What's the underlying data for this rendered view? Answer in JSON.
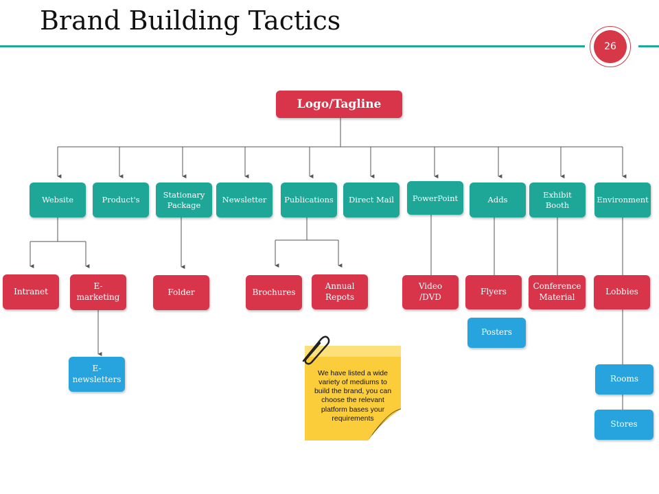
{
  "slide": {
    "title": "Brand Building Tactics",
    "page_number": "26"
  },
  "diagram": {
    "root": "Logo/Tagline",
    "categories": {
      "website": "Website",
      "products": "Product's",
      "stationary": "Stationary Package",
      "newsletter": "Newsletter",
      "publications": "Publications",
      "direct_mail": "Direct Mail",
      "powerpoint": "PowerPoint",
      "adds": "Adds",
      "exhibit": "Exhibit Booth",
      "environment": "Environment"
    },
    "items": {
      "intranet": "Intranet",
      "emarketing": "E-\nmarketing",
      "enewsletters": "E-\nnewsletters",
      "folder": "Folder",
      "brochures": "Brochures",
      "annual": "Annual\nRepots",
      "video": "Video\n/DVD",
      "flyers": "Flyers",
      "posters": "Posters",
      "conference": "Conference\nMaterial",
      "lobbies": "Lobbies",
      "rooms": "Rooms",
      "stores": "Stores"
    },
    "note": "We have listed a wide variety of mediums to build the brand, you can choose the relevant platform bases your requirements"
  },
  "colors": {
    "teal": "#1ea697",
    "red": "#d8344a",
    "blue": "#27a3dd",
    "note_yellow": "#fbcd3a"
  }
}
